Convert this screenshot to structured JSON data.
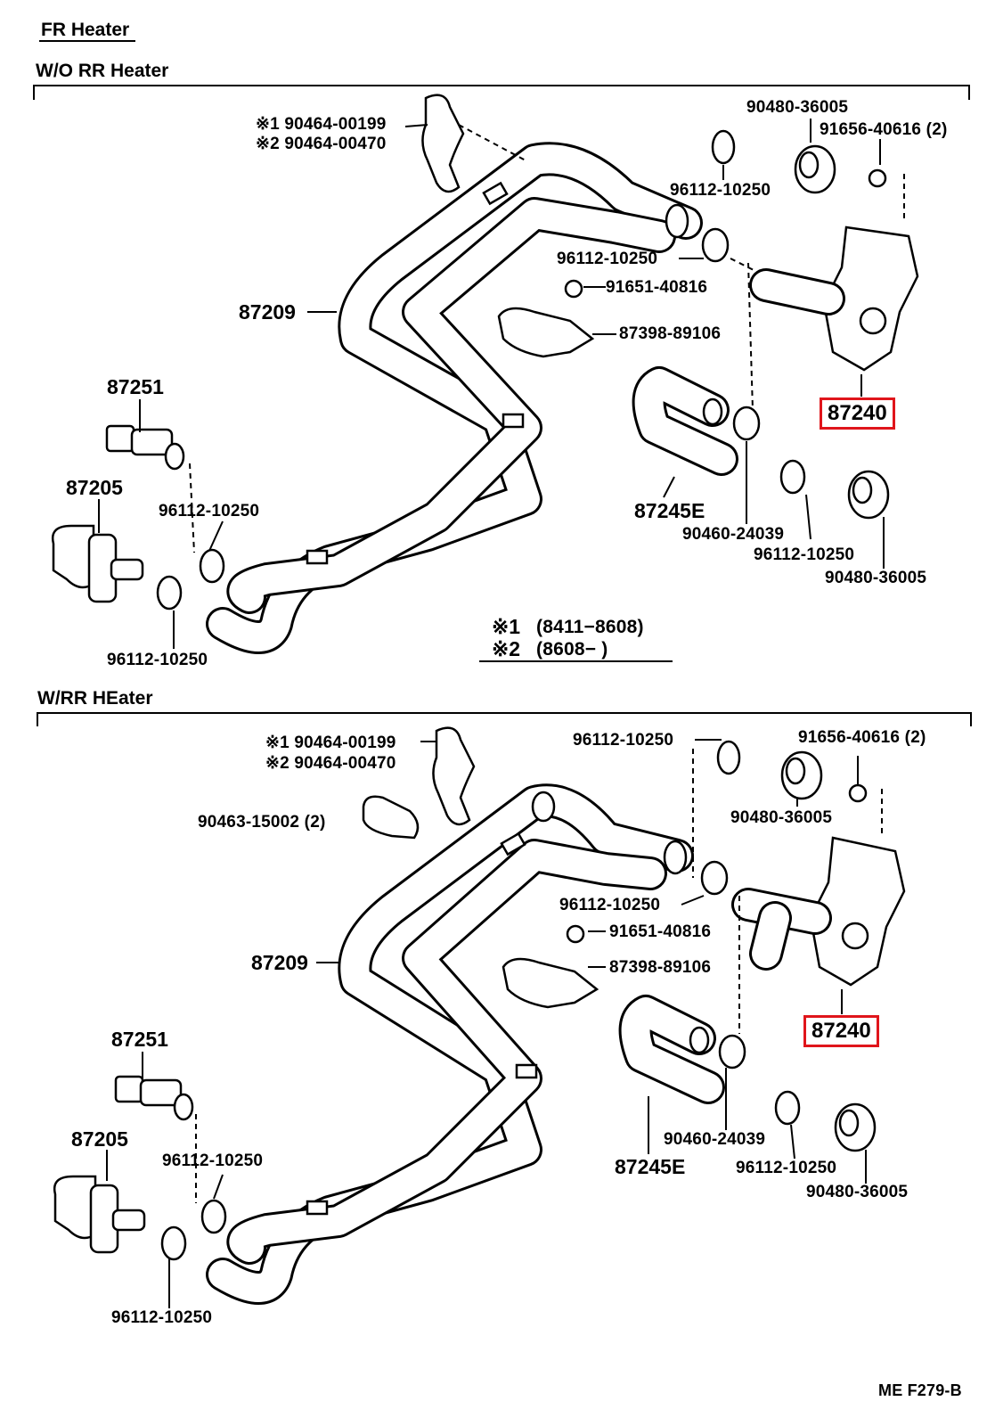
{
  "page": {
    "title": "FR Heater",
    "footer_code": "ME F279-B",
    "highlight_color": "#e0151b"
  },
  "section_top": {
    "title": "W/O RR Heater",
    "labels": {
      "gasket_1": "※1 90464-00199",
      "gasket_2": "※2 90464-00470",
      "p90480_a": "90480-36005",
      "p91656": "91656-40616 (2)",
      "clamp_a": "96112-10250",
      "clamp_b": "96112-10250",
      "p91651": "91651-40816",
      "p87398": "87398-89106",
      "p87209": "87209",
      "p87240": "87240",
      "p87251": "87251",
      "p87205": "87205",
      "clamp_c": "96112-10250",
      "p87245e": "87245E",
      "p90460": "90460-24039",
      "clamp_d": "96112-10250",
      "p90480_b": "90480-36005",
      "clamp_e": "96112-10250"
    },
    "legend": [
      {
        "mark": "※1",
        "range": "(8411−8608)"
      },
      {
        "mark": "※2",
        "range": "(8608−        )"
      }
    ]
  },
  "section_bottom": {
    "title": "W/RR HEater",
    "labels": {
      "gasket_1": "※1  90464-00199",
      "gasket_2": "※2  90464-00470",
      "clamp_a": "96112-10250",
      "p91656": "91656-40616 (2)",
      "p90463": "90463-15002 (2)",
      "p90480_a": "90480-36005",
      "clamp_b": "96112-10250",
      "p91651": "91651-40816",
      "p87398": "87398-89106",
      "p87209": "87209",
      "p87240": "87240",
      "p87251": "87251",
      "p87205": "87205",
      "clamp_c": "96112-10250",
      "p90460": "90460-24039",
      "clamp_d": "96112-10250",
      "p87245e": "87245E",
      "p90480_b": "90480-36005",
      "clamp_e": "96112-10250"
    }
  }
}
